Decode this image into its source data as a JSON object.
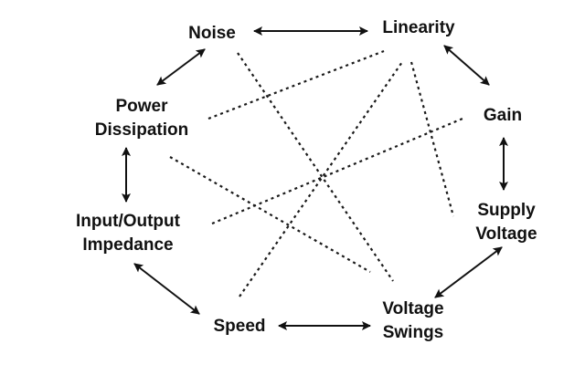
{
  "diagram": {
    "title": "",
    "nodes": [
      {
        "id": "noise",
        "lines": [
          "Noise"
        ]
      },
      {
        "id": "linearity",
        "lines": [
          "Linearity"
        ]
      },
      {
        "id": "gain",
        "lines": [
          "Gain"
        ]
      },
      {
        "id": "supply-voltage",
        "lines": [
          "Supply",
          "Voltage"
        ]
      },
      {
        "id": "voltage-swings",
        "lines": [
          "Voltage",
          "Swings"
        ]
      },
      {
        "id": "speed",
        "lines": [
          "Speed"
        ]
      },
      {
        "id": "input-output-impedance",
        "lines": [
          "Input/Output",
          "Impedance"
        ]
      },
      {
        "id": "power-dissipation",
        "lines": [
          "Power",
          "Dissipation"
        ]
      }
    ],
    "edges_solid_bidirectional": [
      {
        "from": "noise",
        "to": "linearity"
      },
      {
        "from": "linearity",
        "to": "gain"
      },
      {
        "from": "gain",
        "to": "supply-voltage"
      },
      {
        "from": "supply-voltage",
        "to": "voltage-swings"
      },
      {
        "from": "voltage-swings",
        "to": "speed"
      },
      {
        "from": "speed",
        "to": "input-output-impedance"
      },
      {
        "from": "input-output-impedance",
        "to": "power-dissipation"
      },
      {
        "from": "power-dissipation",
        "to": "noise"
      }
    ],
    "edges_dashed": [
      {
        "from": "noise",
        "to": "voltage-swings"
      },
      {
        "from": "power-dissipation",
        "to": "linearity"
      },
      {
        "from": "power-dissipation",
        "to": "voltage-swings"
      },
      {
        "from": "input-output-impedance",
        "to": "gain"
      },
      {
        "from": "speed",
        "to": "linearity"
      },
      {
        "from": "linearity",
        "to": "supply-voltage"
      }
    ],
    "colors": {
      "ink": "#111111",
      "background": "#ffffff"
    }
  }
}
